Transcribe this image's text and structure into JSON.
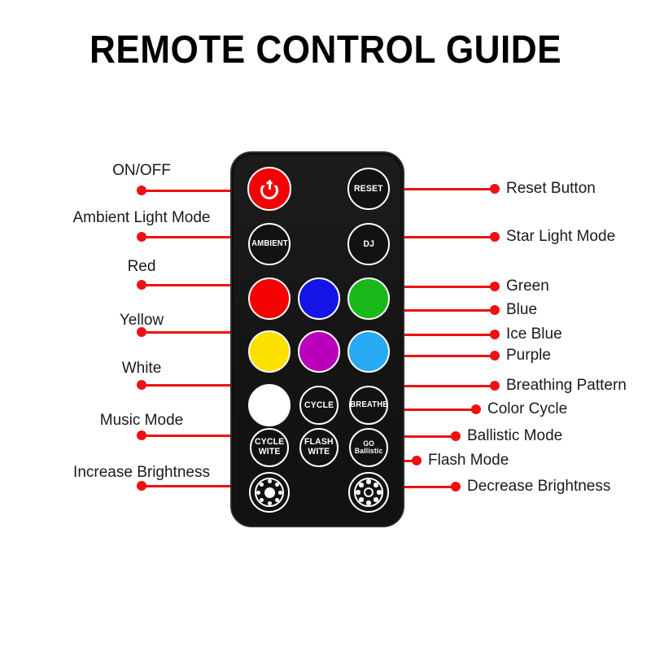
{
  "page": {
    "title": "REMOTE CONTROL GUIDE",
    "background": "#ffffff",
    "accent_color": "#ee1111"
  },
  "remote": {
    "body_color": "#141414",
    "buttons": [
      {
        "id": "power",
        "label": "",
        "icon": "power-icon",
        "style": "solid",
        "color": "#f50000",
        "row": 1,
        "col": 1
      },
      {
        "id": "reset",
        "label": "RESET",
        "icon": "",
        "style": "outline",
        "color": "#121212",
        "row": 1,
        "col": 3
      },
      {
        "id": "ambient",
        "label": "AMBIENT",
        "icon": "",
        "style": "outline",
        "color": "#121212",
        "row": 2,
        "col": 1
      },
      {
        "id": "dj",
        "label": "DJ",
        "icon": "",
        "style": "outline",
        "color": "#121212",
        "row": 2,
        "col": 3
      },
      {
        "id": "red",
        "label": "",
        "icon": "",
        "style": "solid",
        "color": "#f50000",
        "row": 3,
        "col": 1
      },
      {
        "id": "blue",
        "label": "",
        "icon": "",
        "style": "solid",
        "color": "#1414e6",
        "row": 3,
        "col": 2
      },
      {
        "id": "green",
        "label": "",
        "icon": "",
        "style": "solid",
        "color": "#1ab81a",
        "row": 3,
        "col": 3
      },
      {
        "id": "yellow",
        "label": "",
        "icon": "",
        "style": "solid",
        "color": "#fbe000",
        "row": 4,
        "col": 1
      },
      {
        "id": "purple",
        "label": "",
        "icon": "",
        "style": "solid",
        "color": "#bb00bb",
        "row": 4,
        "col": 2
      },
      {
        "id": "ice-blue",
        "label": "",
        "icon": "",
        "style": "solid",
        "color": "#29aaf5",
        "row": 4,
        "col": 3
      },
      {
        "id": "white",
        "label": "",
        "icon": "",
        "style": "solid",
        "color": "#ffffff",
        "row": 5,
        "col": 1
      },
      {
        "id": "cycle",
        "label": "CYCLE",
        "icon": "",
        "style": "outline",
        "color": "#121212",
        "row": 5,
        "col": 2
      },
      {
        "id": "breathe",
        "label": "BREATHE",
        "icon": "",
        "style": "outline",
        "color": "#121212",
        "row": 5,
        "col": 3
      },
      {
        "id": "cycle-wite",
        "label": "CYCLE\nWITE",
        "icon": "",
        "style": "outline",
        "color": "#121212",
        "row": 6,
        "col": 1
      },
      {
        "id": "flash-wite",
        "label": "FLASH\nWITE",
        "icon": "",
        "style": "outline",
        "color": "#121212",
        "row": 6,
        "col": 2
      },
      {
        "id": "go-ballistic",
        "label": "GO\nBallistic",
        "icon": "",
        "style": "outline",
        "color": "#121212",
        "row": 6,
        "col": 3
      },
      {
        "id": "brightness-up",
        "label": "",
        "icon": "brightness-increase-icon",
        "style": "outline",
        "color": "#121212",
        "row": 7,
        "col": 1
      },
      {
        "id": "brightness-down",
        "label": "",
        "icon": "brightness-decrease-icon",
        "style": "outline",
        "color": "#121212",
        "row": 7,
        "col": 3
      }
    ]
  },
  "callouts": {
    "left": [
      {
        "id": "on-off",
        "label": "ON/OFF",
        "target": "power"
      },
      {
        "id": "ambient-light-mode",
        "label": "Ambient Light Mode",
        "target": "ambient"
      },
      {
        "id": "red",
        "label": "Red",
        "target": "red"
      },
      {
        "id": "yellow",
        "label": "Yellow",
        "target": "yellow"
      },
      {
        "id": "white",
        "label": "White",
        "target": "white"
      },
      {
        "id": "music-mode",
        "label": "Music Mode",
        "target": "cycle-wite"
      },
      {
        "id": "increase-brightness",
        "label": "Increase Brightness",
        "target": "brightness-up"
      }
    ],
    "right": [
      {
        "id": "reset-button",
        "label": "Reset Button",
        "target": "reset"
      },
      {
        "id": "star-light-mode",
        "label": "Star Light Mode",
        "target": "dj"
      },
      {
        "id": "green",
        "label": "Green",
        "target": "green"
      },
      {
        "id": "blue",
        "label": "Blue",
        "target": "blue"
      },
      {
        "id": "ice-blue",
        "label": "Ice Blue",
        "target": "ice-blue"
      },
      {
        "id": "purple",
        "label": "Purple",
        "target": "purple"
      },
      {
        "id": "breathing-pattern",
        "label": "Breathing Pattern",
        "target": "breathe"
      },
      {
        "id": "color-cycle",
        "label": "Color Cycle",
        "target": "cycle"
      },
      {
        "id": "ballistic-mode",
        "label": "Ballistic Mode",
        "target": "go-ballistic"
      },
      {
        "id": "flash-mode",
        "label": "Flash Mode",
        "target": "flash-wite"
      },
      {
        "id": "decrease-brightness",
        "label": "Decrease Brightness",
        "target": "brightness-down"
      }
    ]
  }
}
